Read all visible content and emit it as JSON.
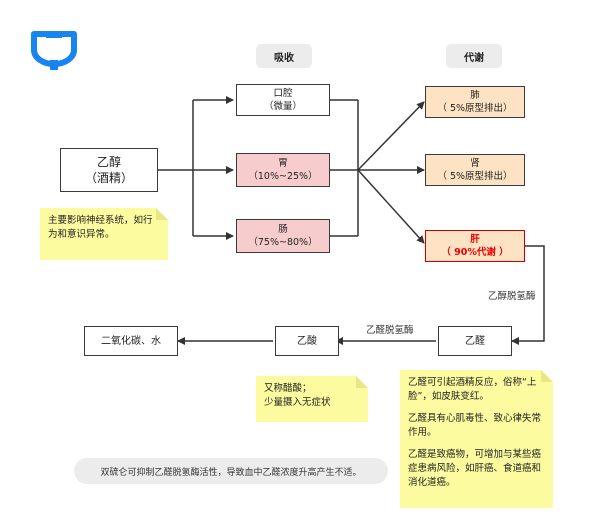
{
  "headers": {
    "absorption": "吸收",
    "metabolism": "代谢"
  },
  "nodes": {
    "ethanol": {
      "line1": "乙醇",
      "line2": "（酒精）"
    },
    "mouth": {
      "line1": "口腔",
      "line2": "（微量）"
    },
    "stomach": {
      "line1": "胃",
      "line2": "（10%~25%）"
    },
    "intestine": {
      "line1": "肠",
      "line2": "（75%~80%）"
    },
    "lung": {
      "line1": "肺",
      "line2": "（ 5%原型排出）"
    },
    "kidney": {
      "line1": "肾",
      "line2": "（ 5%原型排出）"
    },
    "liver": {
      "line1": "肝",
      "line2": "（ 90%代谢 ）"
    },
    "acetaldehyde": {
      "label": "乙醛"
    },
    "acetic_acid": {
      "label": "乙酸"
    },
    "co2_water": {
      "label": "二氧化碳、水"
    }
  },
  "edge_labels": {
    "adh": "乙醇脱氢酶",
    "aldh": "乙醛脱氢酶"
  },
  "notes": {
    "nervous": "主要影响神经系统，如行为和意识异常。",
    "acetic_acid": [
      "又称醋酸；",
      "少量摄入无症状"
    ],
    "acetaldehyde": [
      "乙醛可引起酒精反应，俗称“上脸”，如皮肤变红。",
      "乙醛具有心肌毒性、致心律失常作用。",
      "乙醛是致癌物，可增加与某些癌症患病风险，如肝癌、食道癌和消化道癌。"
    ]
  },
  "footer": "双硫仑可抑制乙醛脱氢酶活性，导致血中乙醛浓度升高产生不适。",
  "colors": {
    "logo": "#1784f0",
    "liver_text": "#e00000",
    "note_bg": "#fcfba0"
  },
  "icons": {
    "logo": "pipe-logo-icon"
  }
}
